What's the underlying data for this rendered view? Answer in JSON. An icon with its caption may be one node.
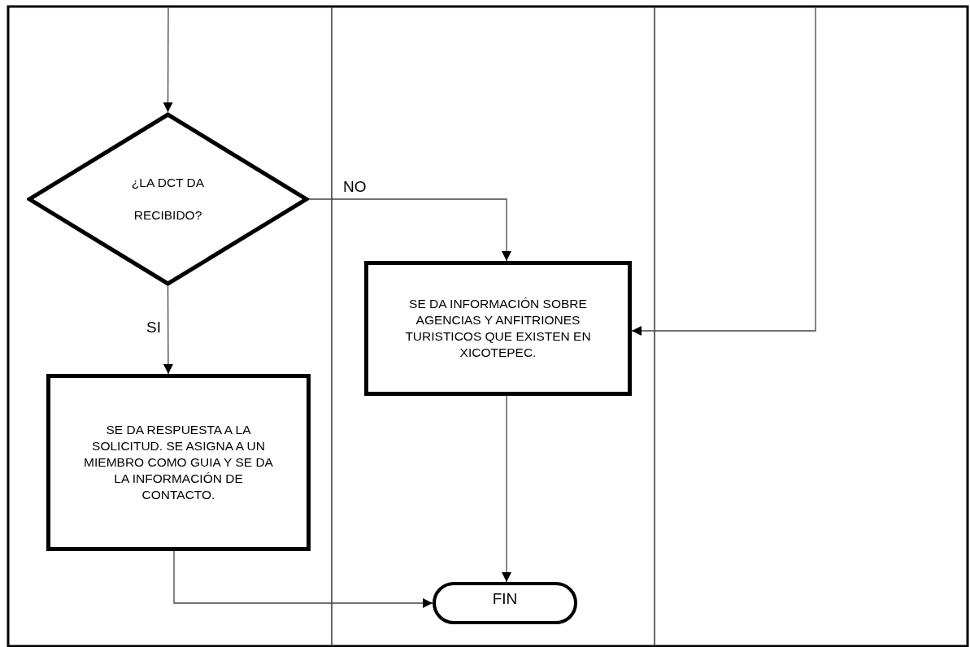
{
  "diagram": {
    "nodes": [
      {
        "text": [
          "¿LA DCT DA RECIBIDO?"
        ]
      },
      {
        "text": [
          "SE DA INFORMACIÓN SOBRE AGENCIAS Y ANFITRIONES TURISTICOS QUE EXISTEN EN XICOTEPEC."
        ]
      },
      {
        "text": [
          "SE DA RESPUESTA A LA SOLICITUD. SE ASIGNA A UN MIEMBRO COMO GUIA Y SE DA LA INFORMACIÓN DE CONTACTO."
        ]
      },
      {
        "text": [
          "FIN"
        ]
      }
    ],
    "edges": [
      {
        "from": null,
        "to": 0,
        "arrow": "to"
      },
      {
        "from": 0,
        "to": 1,
        "arrow": "to",
        "label": "NO"
      },
      {
        "from": null,
        "to": 1,
        "arrow": "to"
      },
      {
        "from": 0,
        "to": 2,
        "arrow": "to",
        "label": "SI"
      },
      {
        "from": 2,
        "to": 3,
        "arrow": "to"
      },
      {
        "from": 1,
        "to": 3,
        "arrow": "to"
      }
    ]
  }
}
